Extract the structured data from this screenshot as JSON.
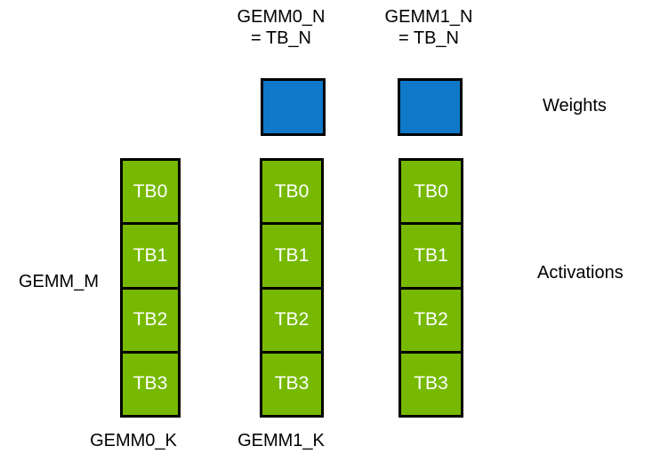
{
  "diagram": {
    "colors": {
      "weights_fill": "#0f78c8",
      "activations_fill": "#76b900",
      "outline": "#000000",
      "label_text": "#000000",
      "block_text": "#ffffff",
      "background": "#ffffff"
    },
    "headers": [
      {
        "line1": "GEMM0_N",
        "line2": "= TB_N"
      },
      {
        "line1": "GEMM1_N",
        "line2": "= TB_N"
      }
    ],
    "side_labels": {
      "gemm_m": "GEMM_M",
      "weights": "Weights",
      "activations": "Activations"
    },
    "bottom_labels": [
      "GEMM0_K",
      "GEMM1_K"
    ],
    "columns": [
      {
        "cells": [
          "TB0",
          "TB1",
          "TB2",
          "TB3"
        ]
      },
      {
        "cells": [
          "TB0",
          "TB1",
          "TB2",
          "TB3"
        ]
      },
      {
        "cells": [
          "TB0",
          "TB1",
          "TB2",
          "TB3"
        ]
      }
    ]
  }
}
